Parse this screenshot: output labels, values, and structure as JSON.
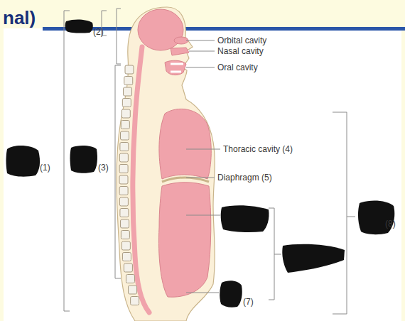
{
  "diagram": {
    "title": "nal)",
    "labels": [
      "(1)",
      "(2)",
      "Orbital cavity",
      "Nasal cavity",
      "Oral cavity",
      "(3)",
      "Thoracic cavity (4)",
      "Diaphragm (5)",
      "(7)",
      "(8)"
    ]
  }
}
